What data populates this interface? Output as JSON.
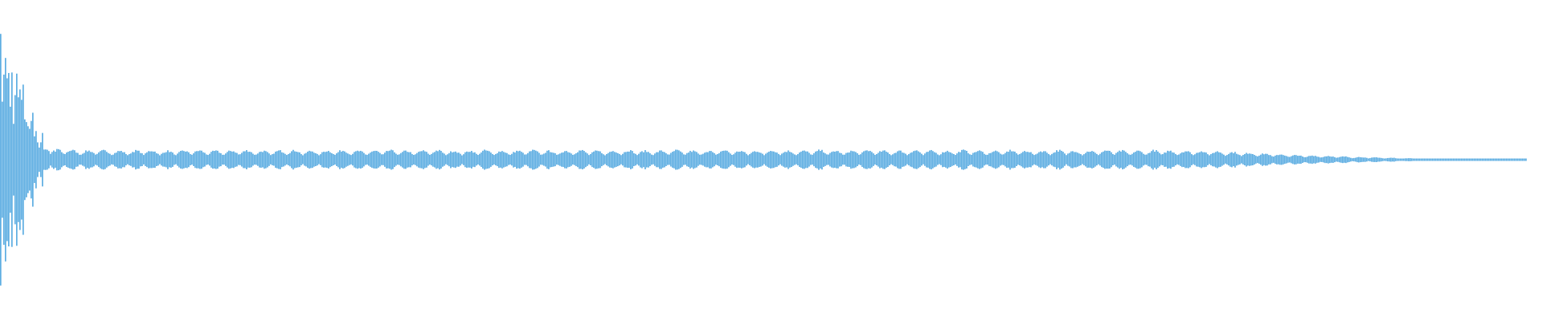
{
  "chart_data": {
    "type": "area",
    "kind": "audio-waveform",
    "color": "#5dade2",
    "background": "#ffffff",
    "axes": "none",
    "grid": false,
    "amplitude_range": [
      -1,
      1
    ],
    "peak_envelope": [
      0.83,
      0.62,
      0.32,
      0.08,
      0.07,
      0.06,
      0.065,
      0.06,
      0.06,
      0.065,
      0.06,
      0.06,
      0.065,
      0.06,
      0.06,
      0.065,
      0.06,
      0.06,
      0.065,
      0.06,
      0.06,
      0.065,
      0.06,
      0.06,
      0.065,
      0.06,
      0.06,
      0.065,
      0.06,
      0.06,
      0.065,
      0.06,
      0.06,
      0.065,
      0.06,
      0.06,
      0.065,
      0.06,
      0.06,
      0.065,
      0.06,
      0.06,
      0.065,
      0.06,
      0.06,
      0.065,
      0.06,
      0.06,
      0.065,
      0.06,
      0.06,
      0.065,
      0.06,
      0.06,
      0.065,
      0.06,
      0.06,
      0.065,
      0.06,
      0.06,
      0.065,
      0.06,
      0.06,
      0.065,
      0.06,
      0.06,
      0.065,
      0.06,
      0.06,
      0.065,
      0.06,
      0.06,
      0.065,
      0.06,
      0.06,
      0.06,
      0.055,
      0.05,
      0.045,
      0.04,
      0.035,
      0.03,
      0.028,
      0.025,
      0.02,
      0.018,
      0.015,
      0.012,
      0.01,
      0.008,
      0.006,
      0.005,
      0.004,
      0.004,
      0.003
    ]
  }
}
